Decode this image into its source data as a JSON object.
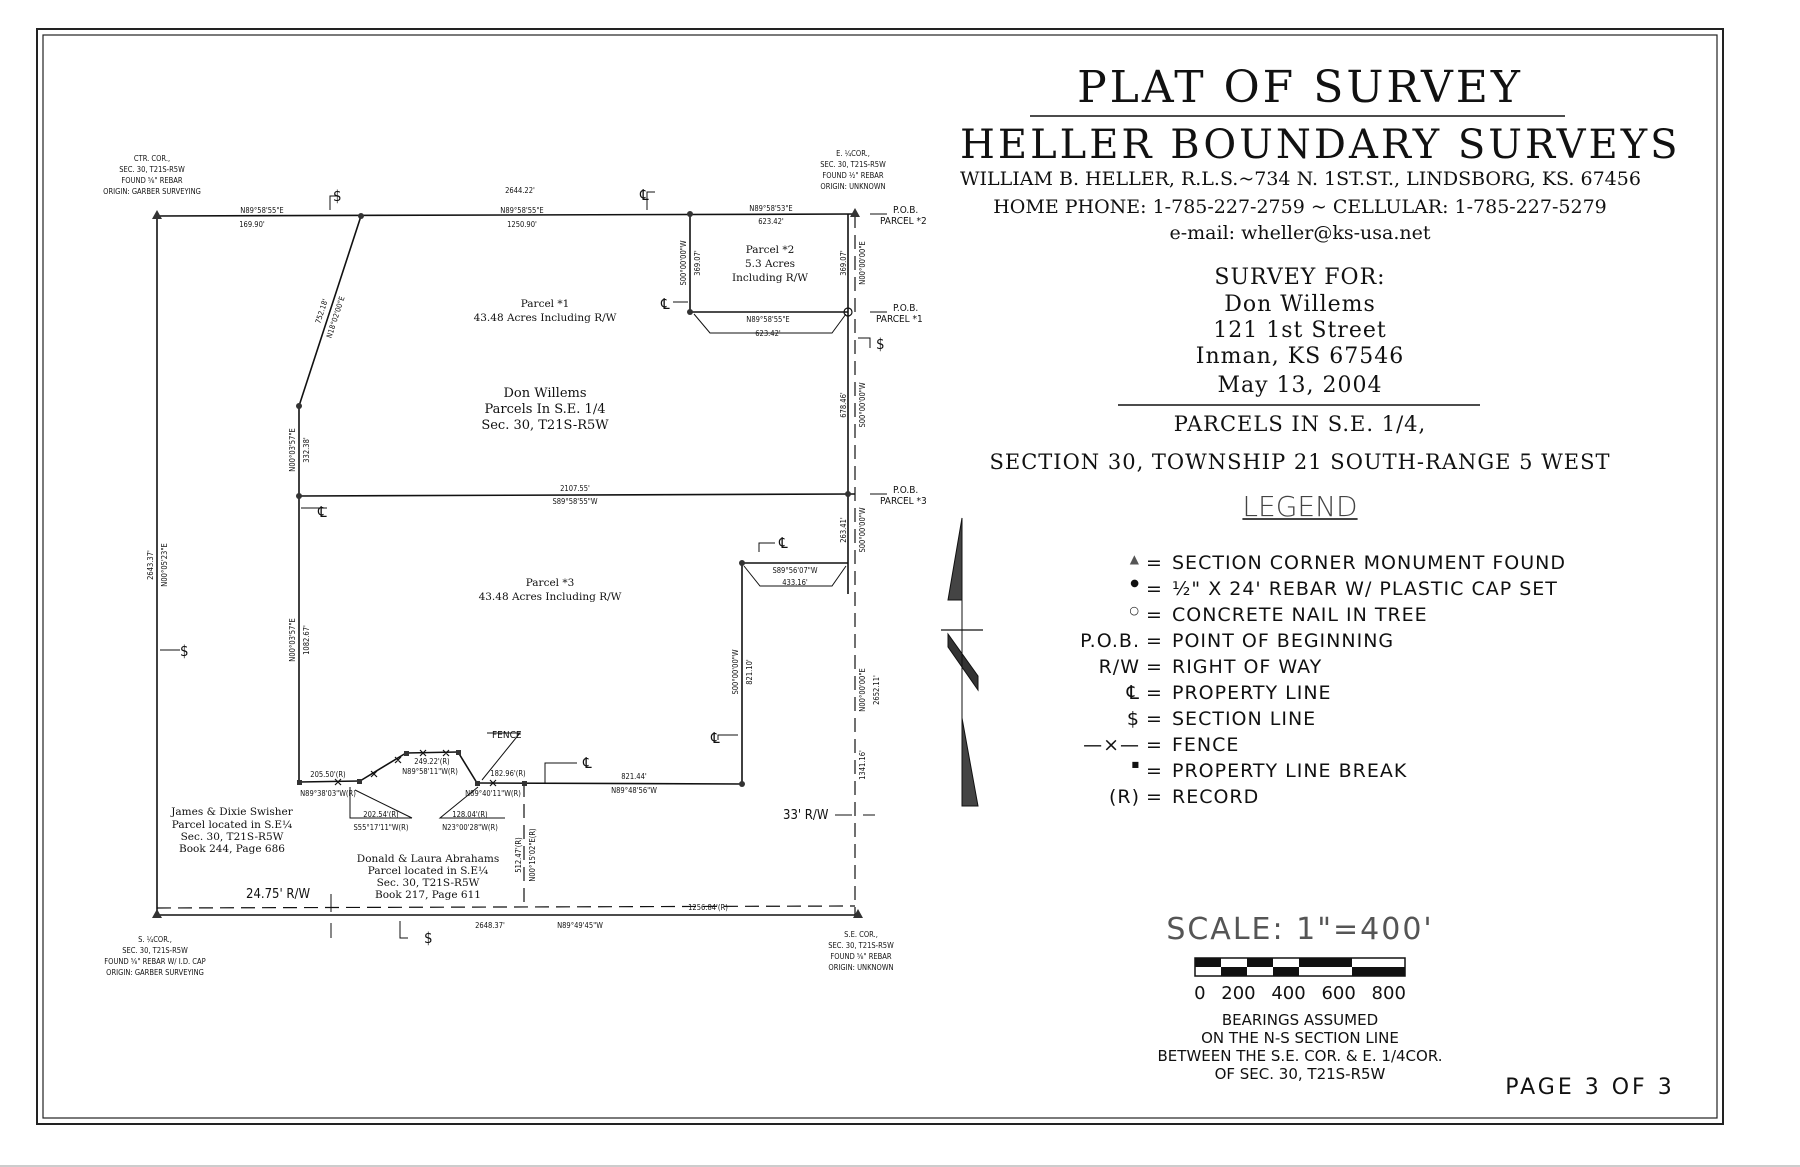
{
  "title": "PLAT OF SURVEY",
  "firm": {
    "name": "HELLER BOUNDARY SURVEYS",
    "address": "WILLIAM B. HELLER, R.L.S.~734 N. 1ST.ST., LINDSBORG, KS. 67456",
    "phone": "HOME PHONE: 1-785-227-2759 ~ CELLULAR: 1-785-227-5279",
    "email": "e-mail: wheller@ks-usa.net"
  },
  "survey_for": {
    "label": "SURVEY FOR:",
    "client": "Don Willems",
    "street": "121 1st Street",
    "city": "Inman, KS 67546",
    "date": "May 13, 2004"
  },
  "description": {
    "line1": "PARCELS IN S.E. 1/4,",
    "line2": "SECTION 30, TOWNSHIP 21 SOUTH-RANGE 5 WEST"
  },
  "legend": {
    "title": "LEGEND",
    "items": [
      {
        "symbol": "▲",
        "text": "SECTION CORNER MONUMENT FOUND"
      },
      {
        "symbol": "●",
        "text": "½\" X 24' REBAR W/ PLASTIC CAP SET"
      },
      {
        "symbol": "○",
        "text": "CONCRETE NAIL IN TREE"
      },
      {
        "symbol": "P.O.B.",
        "text": "POINT OF BEGINNING"
      },
      {
        "symbol": "R/W",
        "text": "RIGHT OF WAY"
      },
      {
        "symbol": "℄",
        "text": "PROPERTY LINE"
      },
      {
        "symbol": "$",
        "text": "SECTION LINE"
      },
      {
        "symbol": "—×—",
        "text": "FENCE"
      },
      {
        "symbol": "■",
        "text": "PROPERTY LINE BREAK"
      },
      {
        "symbol": "(R)",
        "text": "RECORD"
      }
    ]
  },
  "scale": {
    "label": "SCALE: 1\"=400'",
    "ticks": [
      "0",
      "200",
      "400",
      "600",
      "800"
    ]
  },
  "bearings_note": [
    "BEARINGS ASSUMED",
    "ON THE N-S SECTION LINE",
    "BETWEEN THE S.E. COR. & E. 1/4COR.",
    "OF SEC. 30, T21S-R5W"
  ],
  "page": "PAGE 3 OF 3",
  "plat": {
    "ctr_cor": [
      "CTR. COR.,",
      "SEC. 30, T21S-R5W",
      "FOUND ⅝\" REBAR",
      "ORIGIN: GARBER SURVEYING"
    ],
    "e_quarter_cor": [
      "E. ¼COR.,",
      "SEC. 30, T21S-R5W",
      "FOUND ½\" REBAR",
      "ORIGIN: UNKNOWN"
    ],
    "s_quarter_cor": [
      "S. ¼COR.,",
      "SEC. 30, T21S-R5W",
      "FOUND ⅝\" REBAR W/ I.D. CAP",
      "ORIGIN: GARBER SURVEYING"
    ],
    "se_cor": [
      "S.E. COR.,",
      "SEC. 30, T21S-R5W",
      "FOUND ⅝\" REBAR",
      "ORIGIN: UNKNOWN"
    ],
    "parcel1": [
      "Parcel *1",
      "43.48 Acres Including R/W"
    ],
    "parcel2": [
      "Parcel *2",
      "5.3 Acres",
      "Including R/W"
    ],
    "parcel3": [
      "Parcel *3",
      "43.48 Acres Including R/W"
    ],
    "center": [
      "Don Willems",
      "Parcels In S.E. 1/4",
      "Sec. 30, T21S-R5W"
    ],
    "swisher": [
      "James & Dixie Swisher",
      "Parcel located in S.E¼",
      "Sec. 30, T21S-R5W",
      "Book 244, Page 686"
    ],
    "abrahams": [
      "Donald & Laura Abrahams",
      "Parcel located in S.E¼",
      "Sec. 30, T21S-R5W",
      "Book 217, Page 611"
    ],
    "pob2": [
      "P.O.B.",
      "PARCEL *2"
    ],
    "pob1": [
      "P.O.B.",
      "PARCEL *1"
    ],
    "pob3": [
      "P.O.B.",
      "PARCEL *3"
    ],
    "fence": "FENCE",
    "rw33": "33' R/W",
    "rw2475": "24.75' R/W",
    "dims": {
      "n_bearing_w": "N89°58'55\"E",
      "n_dist_w": "169.90'",
      "n_total": "2644.22'",
      "n_bearing_m": "N89°58'55\"E",
      "n_dist_m": "1250.90'",
      "n_bearing_e": "N89°58'53\"E",
      "n_dist_e": "623.42'",
      "diag_dist": "752.18'",
      "diag_bearing": "N18°02'00\"E",
      "p2_w_bearing": "S00°00'00\"W",
      "p2_w_dist": "369.07'",
      "e_top_dist": "369.07'",
      "e_top_bearing": "N00°00'00\"E",
      "p2_s_bearing": "N89°58'55\"E",
      "p2_s_dist": "623.42'",
      "e_mid_dist": "678.46'",
      "e_mid_bearing": "S00°00'00\"W",
      "w_up_bearing": "N00°03'57\"E",
      "w_up_dist": "332.38'",
      "mid_dist": "2107.55'",
      "mid_bearing": "S89°58'55\"W",
      "e_p3_dist": "263.41'",
      "e_p3_bearing": "S00°00'00\"W",
      "p3_n_bearing": "S89°56'07\"W",
      "p3_n_dist": "433.16'",
      "w_sec_dist": "2643.37'",
      "w_sec_bearing": "N00°05'23\"E",
      "w_lo_bearing": "N00°03'57\"E",
      "w_lo_dist": "1082.67'",
      "p3_w_bearing": "S00°00'00\"W",
      "p3_w_dist": "821.10'",
      "e_long_bearing": "N00°00'00\"E",
      "e_long_dist": "2652.11'",
      "e_lower_dist": "1341.16'",
      "s1_dist": "205.50'(R)",
      "s1_bearing": "N89°38'03\"W(R)",
      "s2_dist": "249.22'(R)",
      "s2_bearing": "N89°58'11\"W(R)",
      "s3_dist": "182.96'(R)",
      "s3_bearing": "N89°40'11\"W(R)",
      "s4_dist": "821.44'",
      "s4_bearing": "N89°48'56\"W",
      "sw_diag_dist": "202.54'(R)",
      "sw_diag_bearing": "S55°17'11\"W(R)",
      "ne_diag_dist": "128.04'(R)",
      "ne_diag_bearing": "N23°00'28\"W(R)",
      "ab_dist": "512.47'(R)",
      "ab_bearing": "N00°15'02\"E(R)",
      "south_dist": "2648.37'",
      "south_bearing": "N89°49'45\"W",
      "south_r": "1256.84'(R)"
    }
  }
}
